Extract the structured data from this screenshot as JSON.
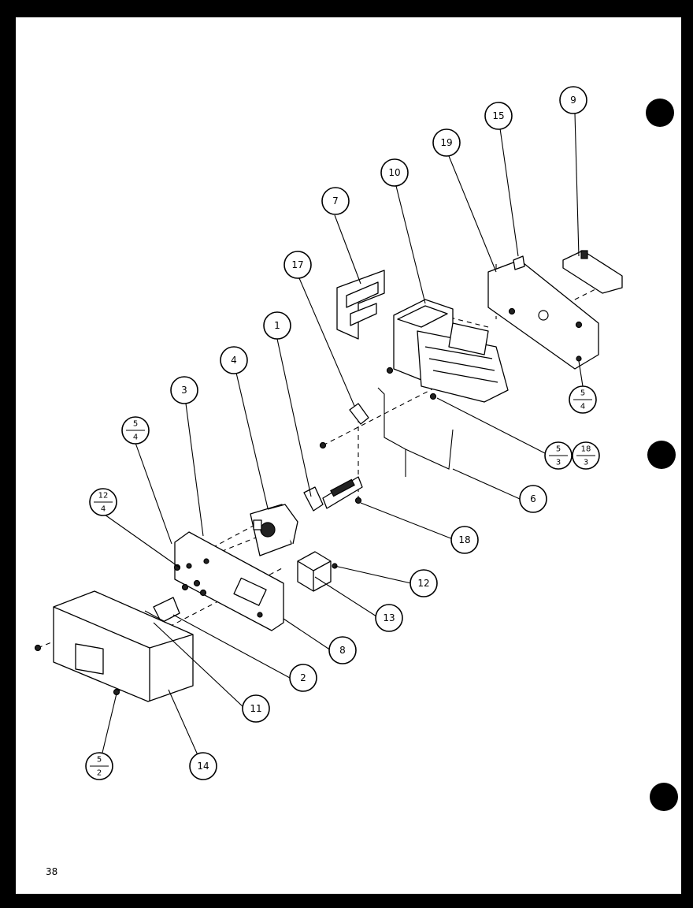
{
  "page_number": "38",
  "callouts": {
    "c1": "1",
    "c2": "2",
    "c3": "3",
    "c4": "4",
    "c6": "6",
    "c7": "7",
    "c8": "8",
    "c9": "9",
    "c10": "10",
    "c11": "11",
    "c12": "12",
    "c13": "13",
    "c14": "14",
    "c15": "15",
    "c17": "17",
    "c18": "18",
    "c19": "19"
  },
  "fractions": {
    "f54_a": {
      "top": "5",
      "bottom": "4"
    },
    "f54_b": {
      "top": "5",
      "bottom": "4"
    },
    "f124": {
      "top": "12",
      "bottom": "4"
    },
    "f53": {
      "top": "5",
      "bottom": "3"
    },
    "f183": {
      "top": "18",
      "bottom": "3"
    },
    "f52": {
      "top": "5",
      "bottom": "2"
    }
  }
}
